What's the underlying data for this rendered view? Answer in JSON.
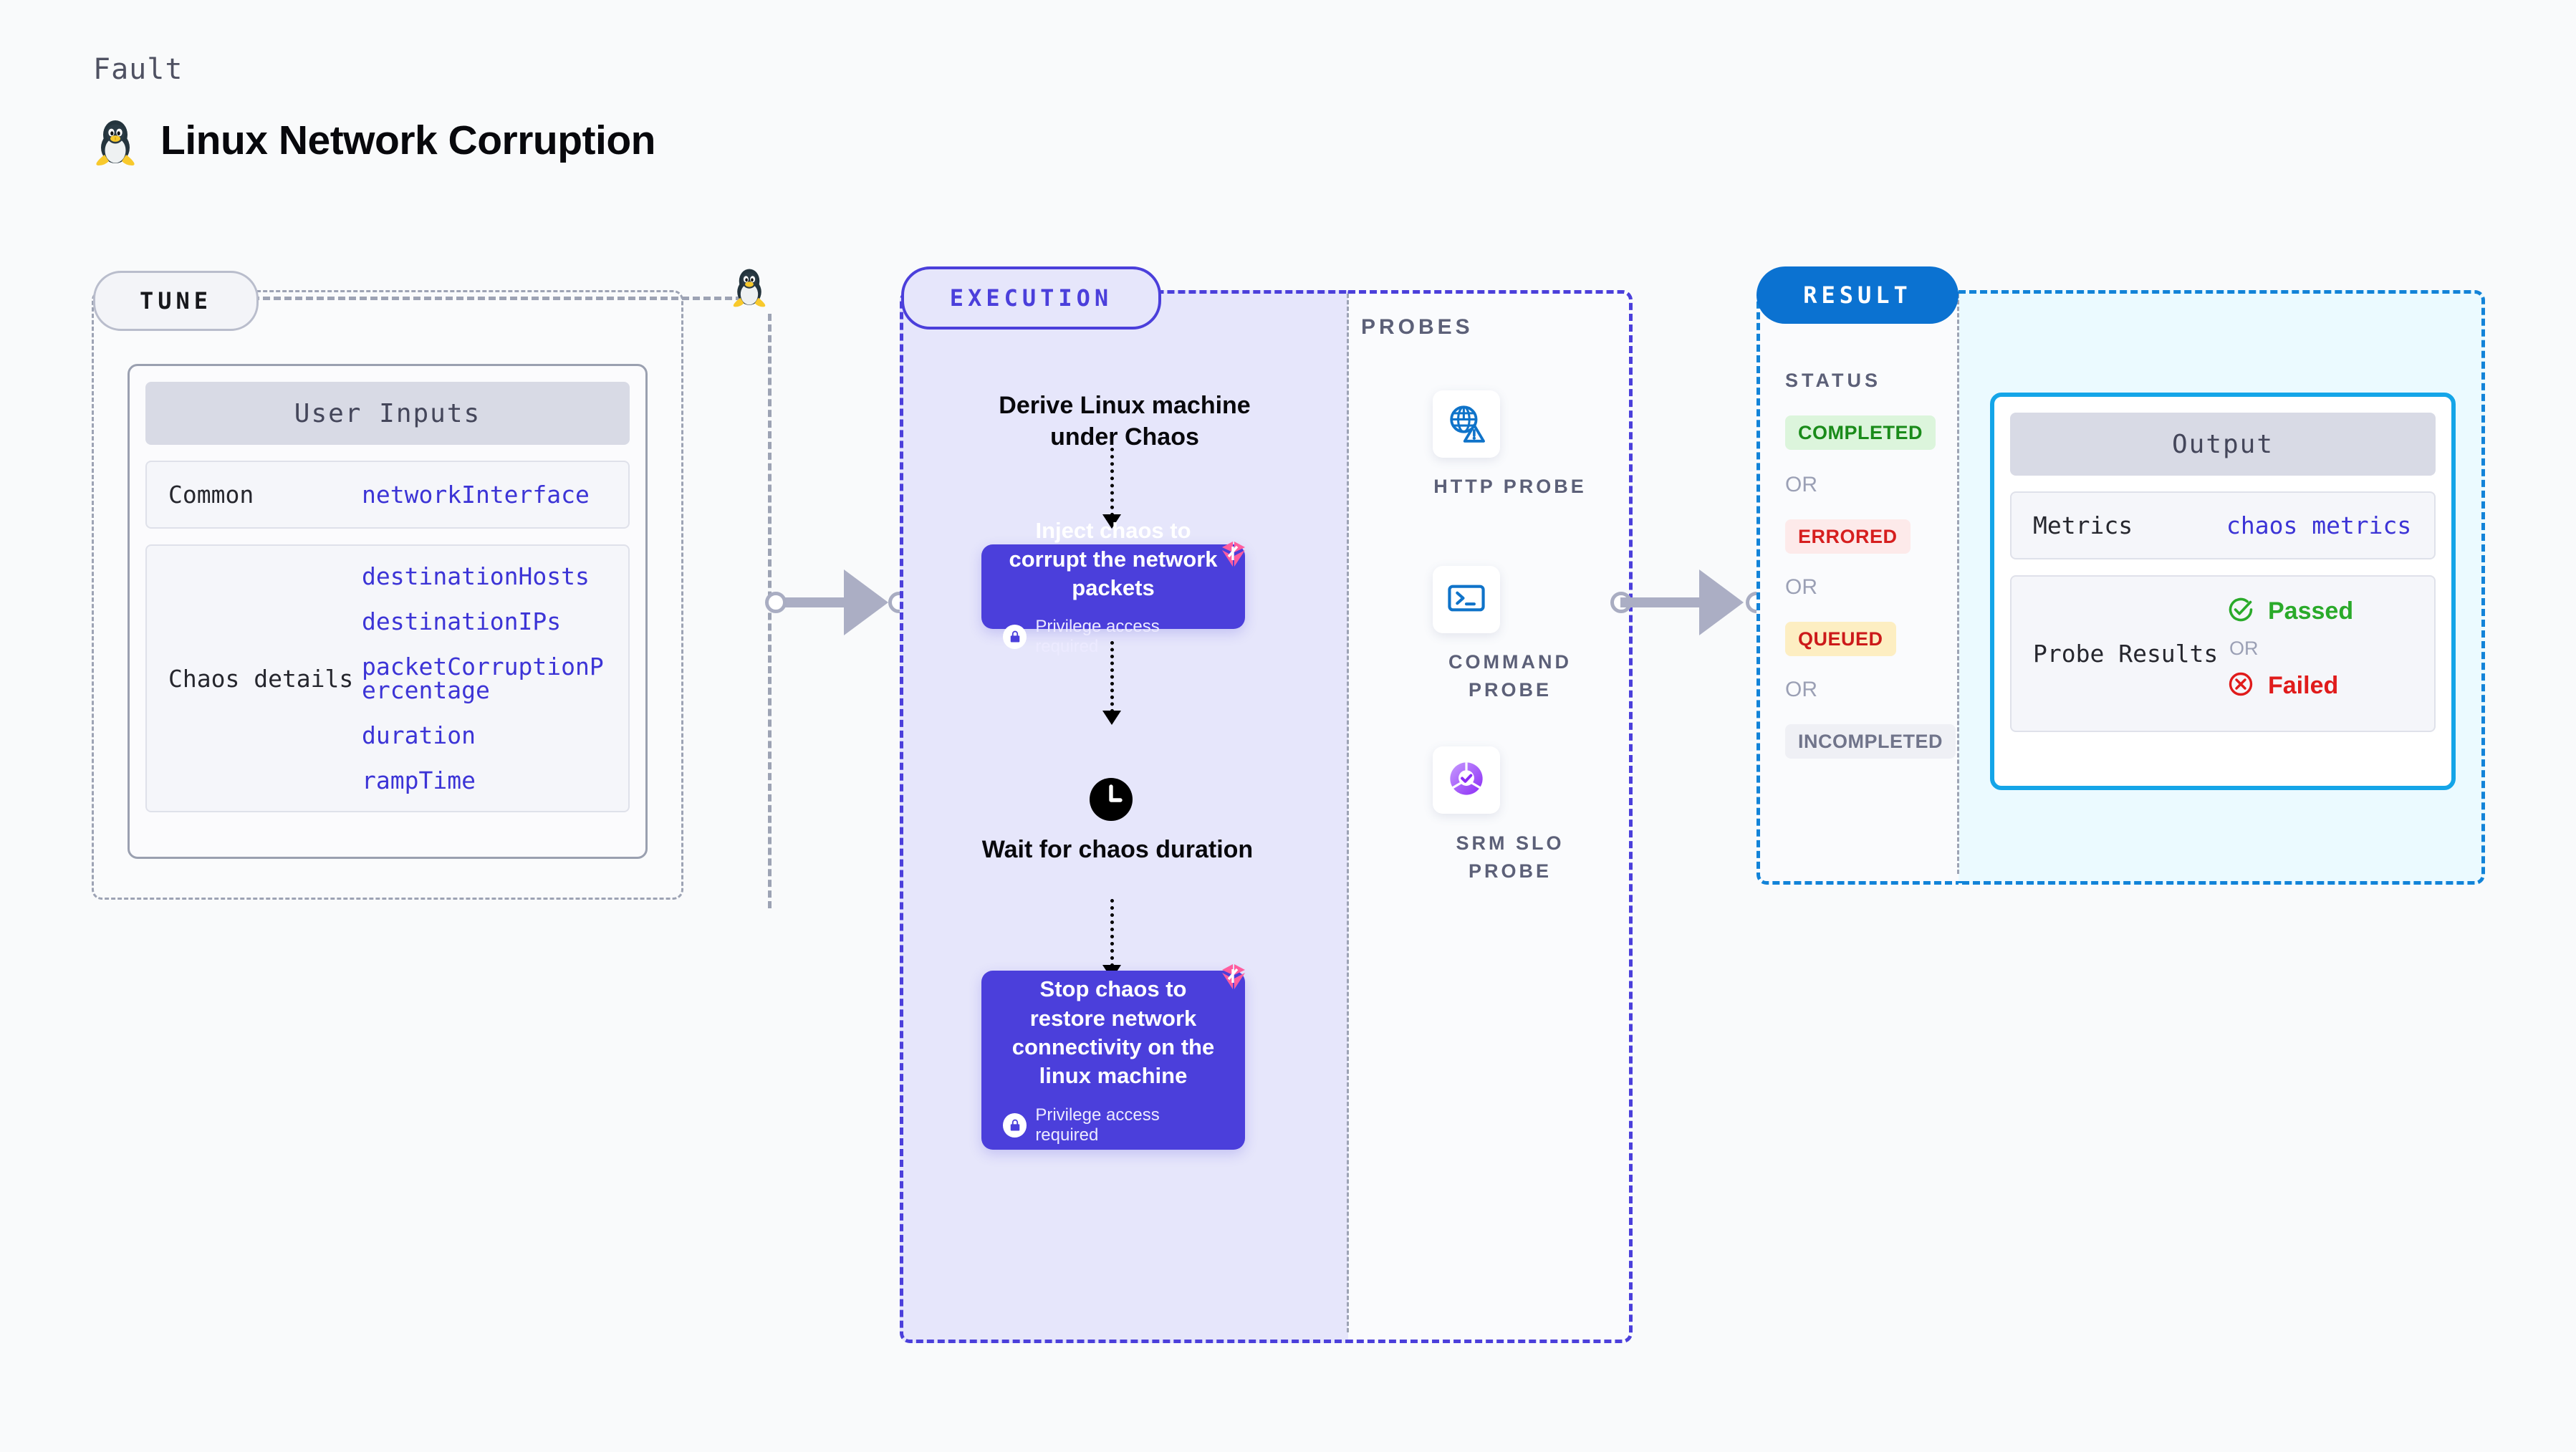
{
  "header": {
    "kicker": "Fault",
    "title": "Linux Network Corruption",
    "icon": "linux-penguin-icon"
  },
  "tune": {
    "chip_label": "TUNE",
    "card_title": "User Inputs",
    "rows": [
      {
        "key": "Common",
        "values": [
          "networkInterface"
        ]
      },
      {
        "key": "Chaos details",
        "values": [
          "destinationHosts",
          "destinationIPs",
          "packetCorruptionPercentage",
          "duration",
          "rampTime"
        ]
      }
    ]
  },
  "execution": {
    "chip_label": "EXECUTION",
    "steps": [
      {
        "type": "title",
        "label": "Derive Linux machine under Chaos"
      },
      {
        "type": "box",
        "label": "Inject chaos to corrupt the network packets",
        "note": "Privilege access required"
      },
      {
        "type": "clock_title",
        "label": "Wait for chaos duration"
      },
      {
        "type": "box",
        "label": "Stop chaos to restore network connectivity on the linux machine",
        "note": "Privilege access required"
      }
    ]
  },
  "probes": {
    "label": "PROBES",
    "items": [
      {
        "name": "HTTP PROBE",
        "icon": "globe-warning-icon"
      },
      {
        "name": "COMMAND PROBE",
        "icon": "terminal-icon"
      },
      {
        "name": "SRM SLO PROBE",
        "icon": "srm-slo-icon"
      }
    ]
  },
  "result": {
    "chip_label": "RESULT",
    "status_label": "STATUS",
    "or_label": "OR",
    "statuses": [
      {
        "label": "COMPLETED",
        "bg": "#dcf5dc",
        "fg": "#1a8b1a"
      },
      {
        "label": "ERRORED",
        "bg": "#fdeaea",
        "fg": "#d61f1f"
      },
      {
        "label": "QUEUED",
        "bg": "#fdeec2",
        "fg": "#cc1a1a"
      },
      {
        "label": "INCOMPLETED",
        "bg": "#eff0f5",
        "fg": "#70748a"
      }
    ],
    "output": {
      "title": "Output",
      "metrics_key": "Metrics",
      "metrics_value": "chaos metrics",
      "probe_results_key": "Probe Results",
      "passed_label": "Passed",
      "failed_label": "Failed",
      "or_label": "OR"
    }
  },
  "colors": {
    "primary_purple": "#4b3fdb",
    "result_blue": "#0b72d1",
    "output_cyan": "#14a5e8",
    "harness_pink": "#ff5ea0",
    "pass_green": "#2aaa2a",
    "fail_red": "#e01b1b",
    "link_blue": "#3c34d6",
    "page_bg": "#f9fafb"
  }
}
